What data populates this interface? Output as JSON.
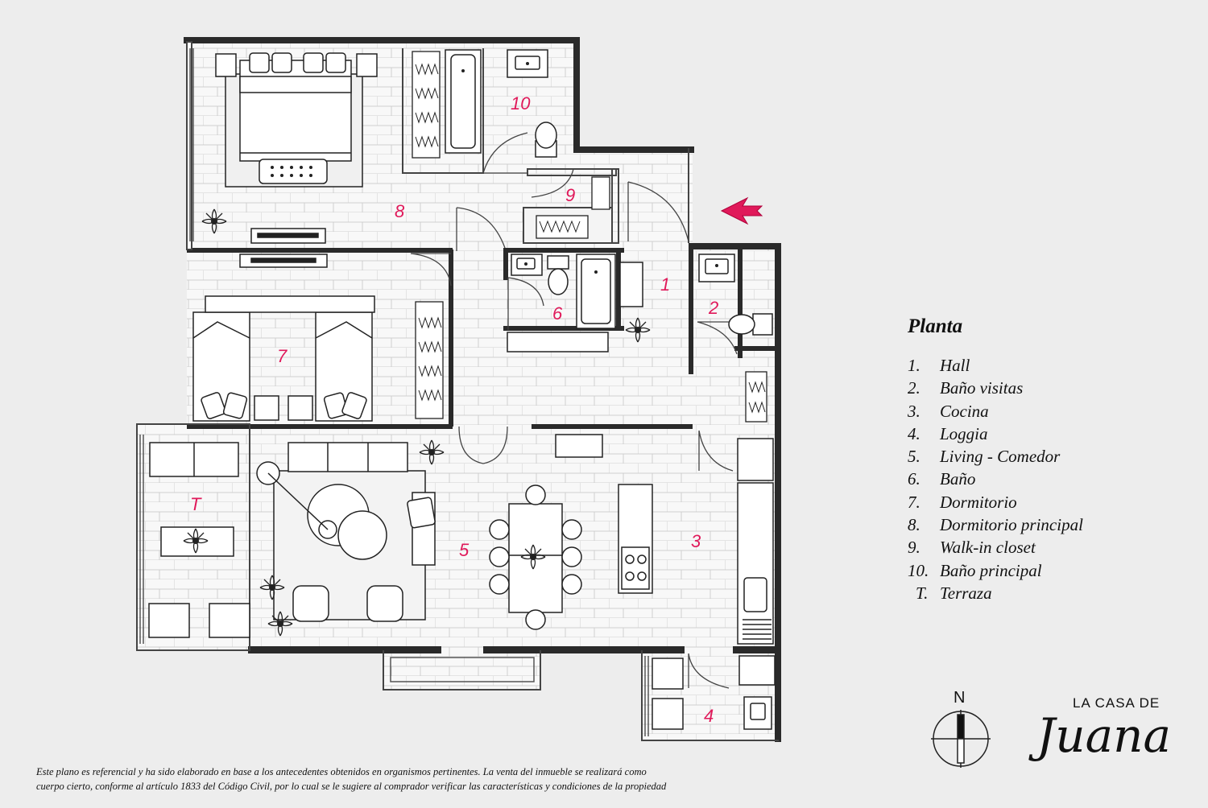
{
  "rooms": {
    "r1": "1",
    "r2": "2",
    "r3": "3",
    "r4": "4",
    "r5": "5",
    "r6": "6",
    "r7": "7",
    "r8": "8",
    "r9": "9",
    "r10": "10",
    "rT": "T"
  },
  "legend": {
    "title": "Planta",
    "items": [
      {
        "num": "1.",
        "label": "Hall"
      },
      {
        "num": "2.",
        "label": "Baño visitas"
      },
      {
        "num": "3.",
        "label": "Cocina"
      },
      {
        "num": "4.",
        "label": "Loggia"
      },
      {
        "num": "5.",
        "label": "Living - Comedor"
      },
      {
        "num": "6.",
        "label": "Baño"
      },
      {
        "num": "7.",
        "label": "Dormitorio"
      },
      {
        "num": "8.",
        "label": "Dormitorio principal"
      },
      {
        "num": "9.",
        "label": "Walk-in closet"
      },
      {
        "num": "10.",
        "label": "Baño principal"
      },
      {
        "num": "T.",
        "label": "Terraza"
      }
    ]
  },
  "compass": {
    "label": "N"
  },
  "brand": {
    "top": "LA CASA DE",
    "script": "Juana"
  },
  "disclaimer": {
    "line1": "Este plano es referencial y ha sido elaborado en base a los antecedentes obtenidos en organismos pertinentes.  La venta del inmueble se realizará como",
    "line2": "cuerpo cierto, conforme al artículo 1833 del Código Civil, por lo cual se le sugiere al comprador verificar las características y condiciones de la propiedad"
  },
  "colors": {
    "accent": "#e0195a",
    "wall": "#2a2a2a",
    "floor": "#f7f7f7",
    "background": "#ededed"
  },
  "icons": [
    "entrance-arrow-icon",
    "compass-icon",
    "plant-icon"
  ]
}
